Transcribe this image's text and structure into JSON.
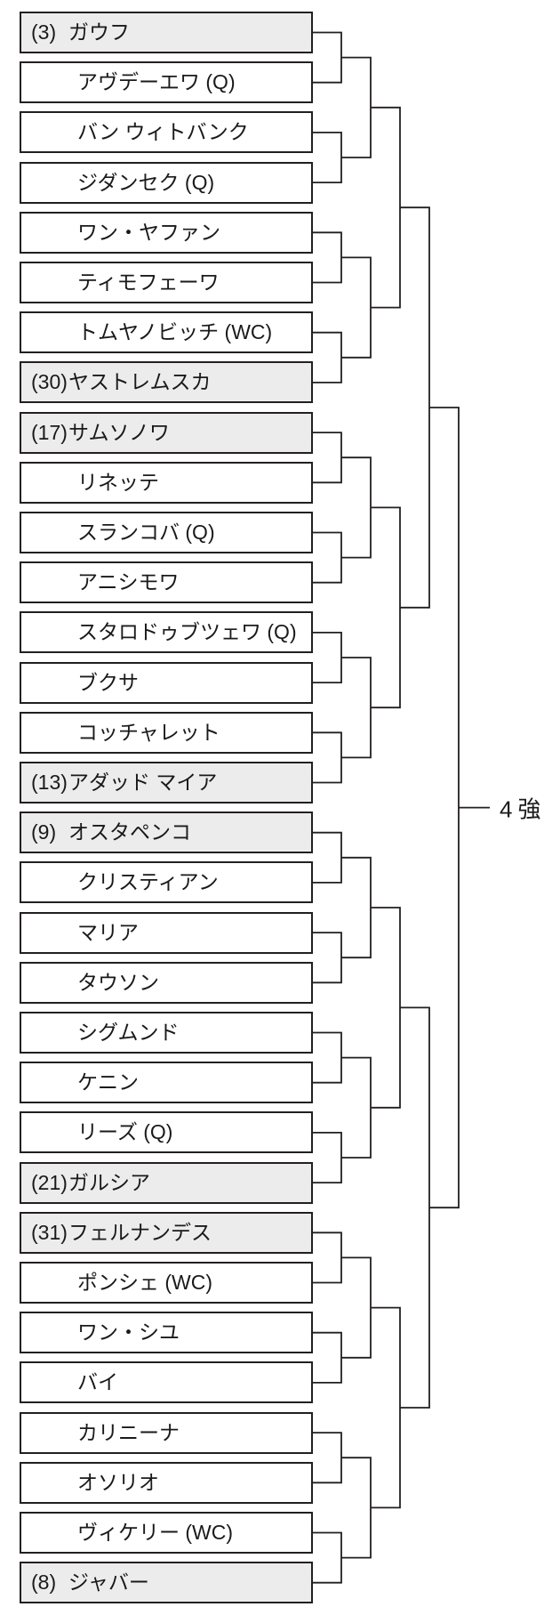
{
  "bracket": {
    "result_label": "4強",
    "colors": {
      "box_fill": "#ffffff",
      "seeded_fill": "#ececec",
      "line": "#231f20",
      "text": "#1a1a1a"
    },
    "players": [
      {
        "seed": "(3)",
        "name": "ガウフ",
        "tag": ""
      },
      {
        "seed": "",
        "name": "アヴデーエワ",
        "tag": "(Q)"
      },
      {
        "seed": "",
        "name": "バン ウィトバンク",
        "tag": ""
      },
      {
        "seed": "",
        "name": "ジダンセク",
        "tag": "(Q)"
      },
      {
        "seed": "",
        "name": "ワン・ヤファン",
        "tag": ""
      },
      {
        "seed": "",
        "name": "ティモフェーワ",
        "tag": ""
      },
      {
        "seed": "",
        "name": "トムヤノビッチ",
        "tag": "(WC)"
      },
      {
        "seed": "(30)",
        "name": "ヤストレムスカ",
        "tag": ""
      },
      {
        "seed": "(17)",
        "name": "サムソノワ",
        "tag": ""
      },
      {
        "seed": "",
        "name": "リネッテ",
        "tag": ""
      },
      {
        "seed": "",
        "name": "スランコバ",
        "tag": "(Q)"
      },
      {
        "seed": "",
        "name": "アニシモワ",
        "tag": ""
      },
      {
        "seed": "",
        "name": "スタロドゥブツェワ",
        "tag": "(Q)"
      },
      {
        "seed": "",
        "name": "ブクサ",
        "tag": ""
      },
      {
        "seed": "",
        "name": "コッチャレット",
        "tag": ""
      },
      {
        "seed": "(13)",
        "name": "アダッド マイア",
        "tag": ""
      },
      {
        "seed": "(9)",
        "name": "オスタペンコ",
        "tag": ""
      },
      {
        "seed": "",
        "name": "クリスティアン",
        "tag": ""
      },
      {
        "seed": "",
        "name": "マリア",
        "tag": ""
      },
      {
        "seed": "",
        "name": "タウソン",
        "tag": ""
      },
      {
        "seed": "",
        "name": "シグムンド",
        "tag": ""
      },
      {
        "seed": "",
        "name": "ケニン",
        "tag": ""
      },
      {
        "seed": "",
        "name": "リーズ",
        "tag": "(Q)"
      },
      {
        "seed": "(21)",
        "name": "ガルシア",
        "tag": ""
      },
      {
        "seed": "(31)",
        "name": "フェルナンデス",
        "tag": ""
      },
      {
        "seed": "",
        "name": "ポンシェ",
        "tag": "(WC)"
      },
      {
        "seed": "",
        "name": "ワン・シユ",
        "tag": ""
      },
      {
        "seed": "",
        "name": "バイ",
        "tag": ""
      },
      {
        "seed": "",
        "name": "カリニーナ",
        "tag": ""
      },
      {
        "seed": "",
        "name": "オソリオ",
        "tag": ""
      },
      {
        "seed": "",
        "name": "ヴィケリー",
        "tag": "(WC)"
      },
      {
        "seed": "(8)",
        "name": "ジャバー",
        "tag": ""
      }
    ]
  }
}
